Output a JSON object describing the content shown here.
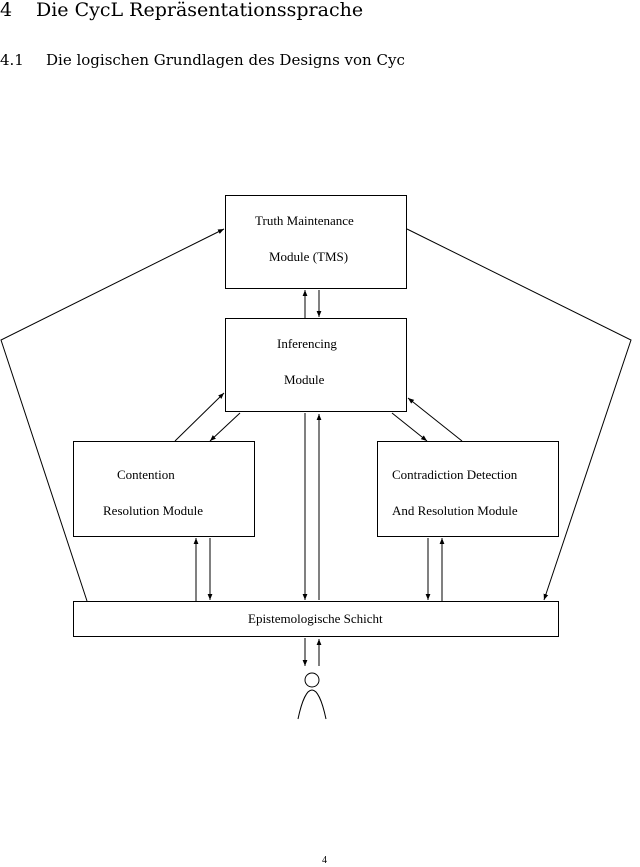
{
  "section": {
    "number": "4",
    "title": "Die CycL Repräsentationssprache"
  },
  "subsection": {
    "number": "4.1",
    "title": "Die logischen Grundlagen des Designs von Cyc"
  },
  "diagram": {
    "tms": {
      "line1": "Truth Maintenance",
      "line2": "Module (TMS)"
    },
    "inferencing": {
      "line1": "Inferencing",
      "line2": "Module"
    },
    "contention": {
      "line1": "Contention",
      "line2": "Resolution Module"
    },
    "contradiction": {
      "line1": "Contradiction Detection",
      "line2": "And Resolution Module"
    },
    "epistemological": {
      "label": "Epistemologische Schicht"
    }
  },
  "page_number": "4"
}
